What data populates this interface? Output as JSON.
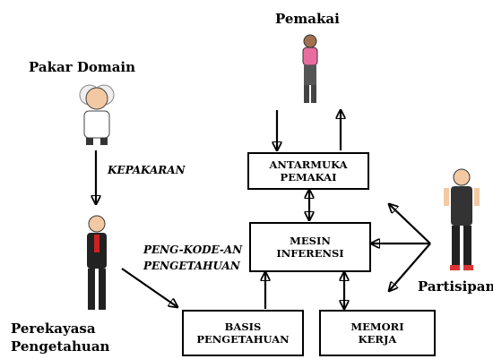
{
  "actors": {
    "domain_expert": "Pakar Domain",
    "user": "Pemakai",
    "knowledge_engineer": [
      "Perekayasa",
      "Pengetahuan"
    ],
    "participant": "Partisipan"
  },
  "boxes": {
    "user_interface": [
      "ANTARMUKA",
      "PEMAKAI"
    ],
    "inference_engine": [
      "MESIN",
      "INFERENSI"
    ],
    "knowledge_base": [
      "BASIS",
      "PENGETAHUAN"
    ],
    "working_memory": [
      "MEMORI",
      "KERJA"
    ]
  },
  "edges": {
    "expertise": "KEPAKARAN",
    "knowledge_encoding": [
      "PENG-KODE-AN",
      "PENGETAHUAN"
    ]
  }
}
